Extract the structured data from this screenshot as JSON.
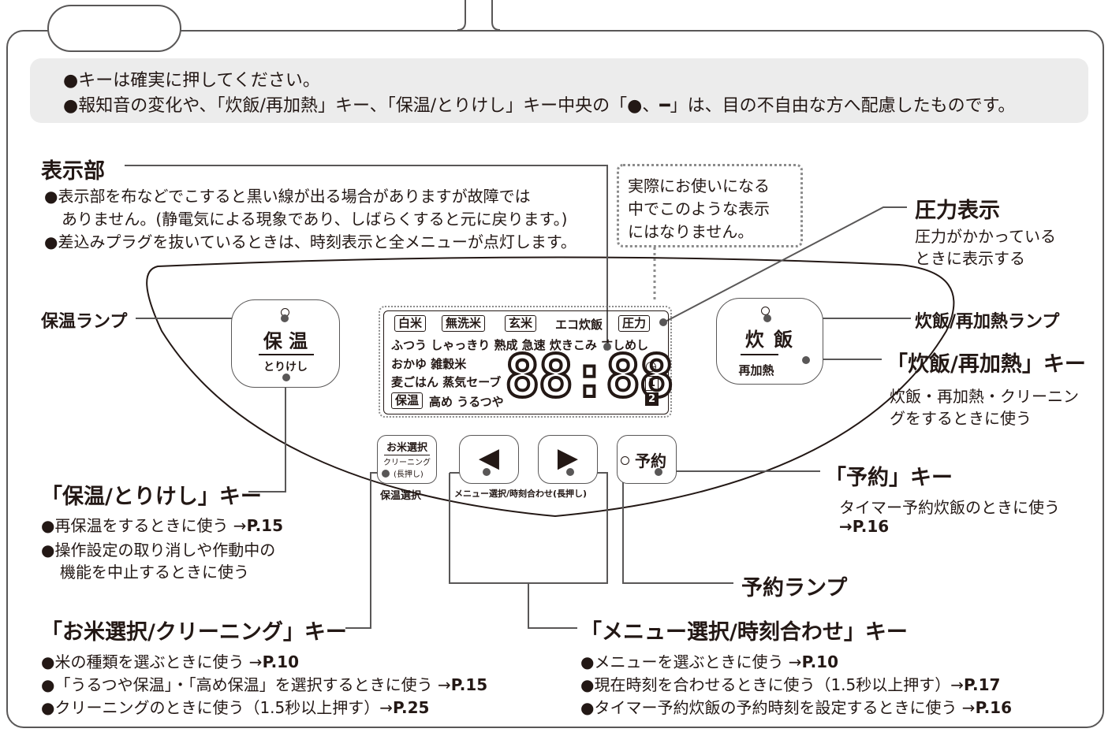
{
  "section_title": "操作部",
  "notices": [
    "●キーは確実に押してください。",
    "●報知音の変化や、「炊飯/再加熱」キー、「保温/とりけし」キー中央の「●、━」は、目の不自由な方へ配慮したものです。"
  ],
  "display_section": {
    "title": "表示部",
    "bullets": [
      "●表示部を布などでこすると黒い線が出る場合がありますが故障では",
      "ありません。(静電気による現象であり、しばらくすると元に戻ります。)",
      "●差込みプラグを抜いているときは、時刻表示と全メニューが点灯します。"
    ]
  },
  "dotted_note": [
    "実際にお使いになる",
    "中でこのような表示",
    "にはなりません。"
  ],
  "pressure_display": {
    "title": "圧力表示",
    "desc": [
      "圧力がかかっている",
      "ときに表示する"
    ]
  },
  "keep_warm_lamp": "保温ランプ",
  "cook_lamp": "炊飯/再加熱ランプ",
  "cook_key": {
    "title": "「炊飯/再加熱」キー",
    "desc": [
      "炊飯・再加熱・クリーニン",
      "グをするときに使う"
    ]
  },
  "buttons": {
    "keep_warm": {
      "top": "保 温",
      "bottom": "とりけし"
    },
    "cook": {
      "top": "炊 飯",
      "bottom": "再加熱"
    },
    "rice_select": {
      "top": "お米選択",
      "mid": "クリーニング",
      "small": "(長押し)",
      "below": "保温選択"
    },
    "left_arrow": "◀",
    "right_arrow": "▶",
    "menu_caption": "メニュー選択/時刻合わせ(長押し)",
    "reserve": "予約"
  },
  "lcd": {
    "row1_boxes": [
      "白米",
      "無洗米",
      "玄米"
    ],
    "row1_text": "エコ炊飯",
    "row1_box_end": "圧力",
    "row2": "ふつう しゃっきり 熟成 急速 炊きこみ すしめし",
    "row3": "おかゆ  雑穀米",
    "row4": "麦ごはん 蒸気セーブ",
    "row5_box": "保温",
    "row5_text": "高め うるつや",
    "time": "88:88",
    "icons": [
      "◷",
      "1",
      "2"
    ]
  },
  "keep_warm_key": {
    "title": "「保温/とりけし」キー",
    "bullets": [
      "●再保温をするときに使う →",
      "P.15",
      "●操作設定の取り消しや作動中の",
      "機能を中止するときに使う"
    ]
  },
  "reserve_key": {
    "title": "「予約」キー",
    "desc": "タイマー予約炊飯のときに使う",
    "ref": "→P.16"
  },
  "reserve_lamp": "予約ランプ",
  "rice_key": {
    "title": "「お米選択/クリーニング」キー",
    "bullets": [
      {
        "text": "●米の種類を選ぶときに使う →",
        "ref": "P.10"
      },
      {
        "text": "●「うるつや保温」・「高め保温」を選択するときに使う →",
        "ref": "P.15"
      },
      {
        "text": "●クリーニングのときに使う（1.5秒以上押す）→",
        "ref": "P.25"
      }
    ]
  },
  "menu_key": {
    "title": "「メニュー選択/時刻合わせ」キー",
    "bullets": [
      {
        "text": "●メニューを選ぶときに使う →",
        "ref": "P.10"
      },
      {
        "text": "●現在時刻を合わせるときに使う（1.5秒以上押す）→",
        "ref": "P.17"
      },
      {
        "text": "●タイマー予約炊飯の予約時刻を設定するときに使う →",
        "ref": "P.16"
      }
    ]
  }
}
